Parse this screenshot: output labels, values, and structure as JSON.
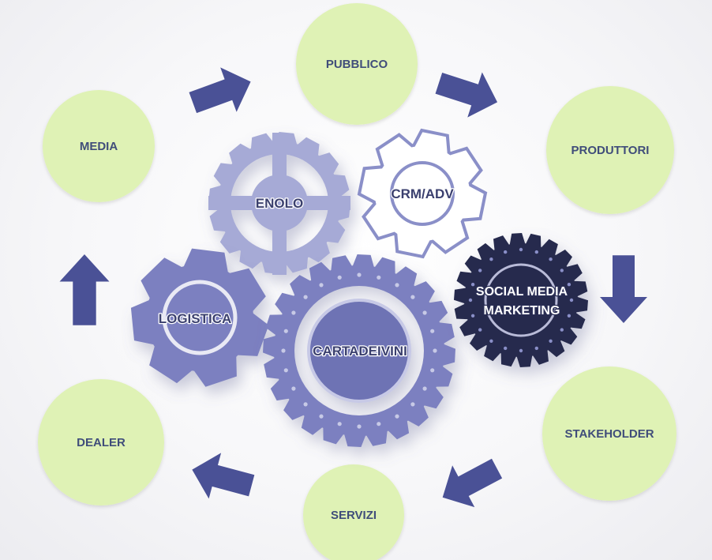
{
  "nodes": {
    "media": "MEDIA",
    "pubblico": "PUBBLICO",
    "produttori": "PRODUTTORI",
    "stakeholder": "STAKEHOLDER",
    "servizi": "SERVIZI",
    "dealer": "DEALER"
  },
  "gears": {
    "enolo": "ENOLO",
    "crm_adv": "CRM/ADV",
    "social_line1": "SOCIAL MEDIA",
    "social_line2": "MARKETING",
    "logistica": "LOGISTICA",
    "cartadeivini": "CARTADEIVINI"
  },
  "colors": {
    "node_fill": "#dff2b5",
    "node_text": "#3f4d7a",
    "arrow": "#4a5196",
    "gear_light": "#a6aad6",
    "gear_medium": "#7b80c0",
    "gear_dark": "#262a4e",
    "gear_outline": "#8a8fc8"
  }
}
